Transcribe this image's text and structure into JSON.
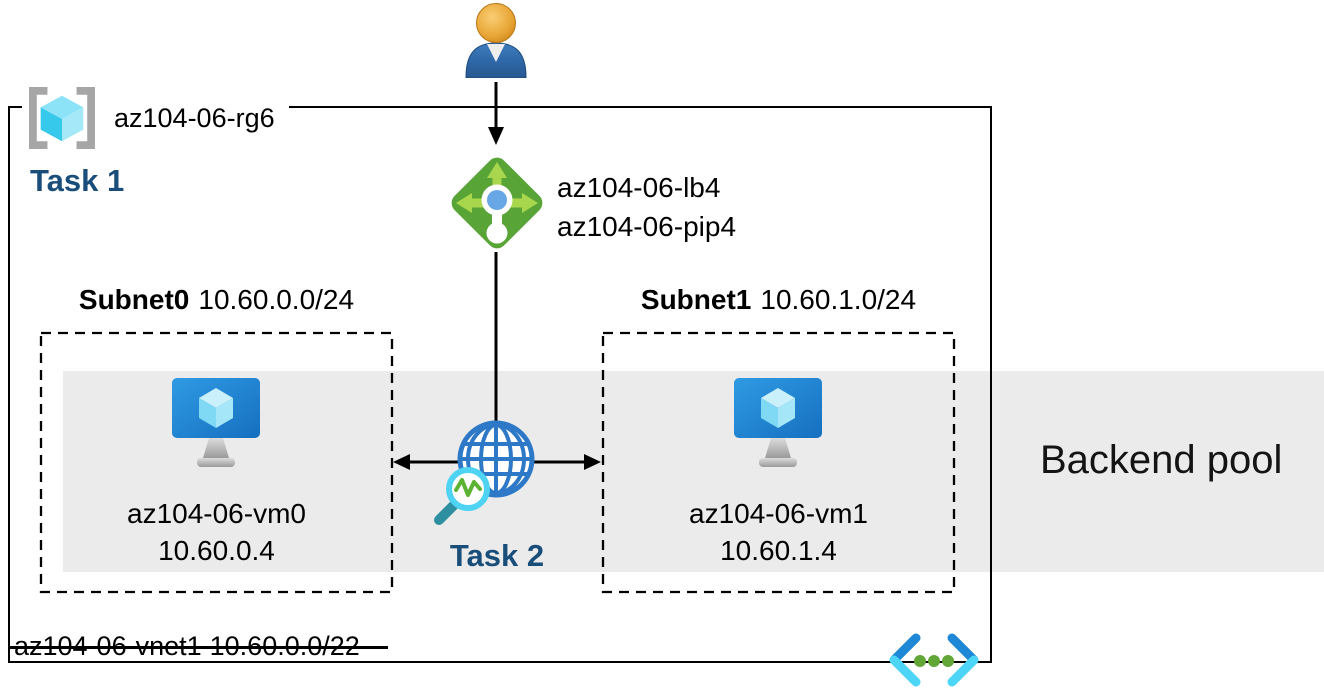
{
  "resource_group": {
    "name": "az104-06-rg6",
    "task": "Task 1"
  },
  "load_balancer": {
    "name": "az104-06-lb4",
    "public_ip": "az104-06-pip4"
  },
  "subnets": [
    {
      "name": "Subnet0",
      "cidr": "10.60.0.0/24",
      "vm_name": "az104-06-vm0",
      "vm_ip": "10.60.0.4"
    },
    {
      "name": "Subnet1",
      "cidr": "10.60.1.0/24",
      "vm_name": "az104-06-vm1",
      "vm_ip": "10.60.1.4"
    }
  ],
  "tasks": {
    "task2": "Task 2"
  },
  "backend_pool": {
    "label": "Backend pool"
  },
  "vnet": {
    "name": "az104-06-vnet1",
    "cidr": "10.60.0.0/22"
  },
  "icons": {
    "user": "user-person-icon",
    "resource_group": "resource-group-brackets-cube-icon",
    "load_balancer": "load-balancer-diamond-icon",
    "virtual_machine": "vm-monitor-cube-icon",
    "network_watcher": "globe-magnifier-icon",
    "virtual_network": "vnet-chevrons-dots-icon"
  },
  "colors": {
    "task_navy": "#1A4E7A",
    "backend_band_gray": "#EBEBEB",
    "border_black": "#000000",
    "lb_green": "#58A437",
    "lb_arrow_green": "#A8D64D",
    "lb_center_blue": "#68A7E6",
    "vm_blue": "#1F7ED2",
    "globe_blue": "#2E79C7",
    "magnifier_cyan": "#4ED3F2",
    "zigzag_green": "#5CB233",
    "bracket_gray": "#A6A6A6",
    "vnet_chevron_blue": "#1E87D6",
    "vnet_chevron_cyan": "#4CD5F6",
    "vnet_dot_green": "#63A638"
  }
}
